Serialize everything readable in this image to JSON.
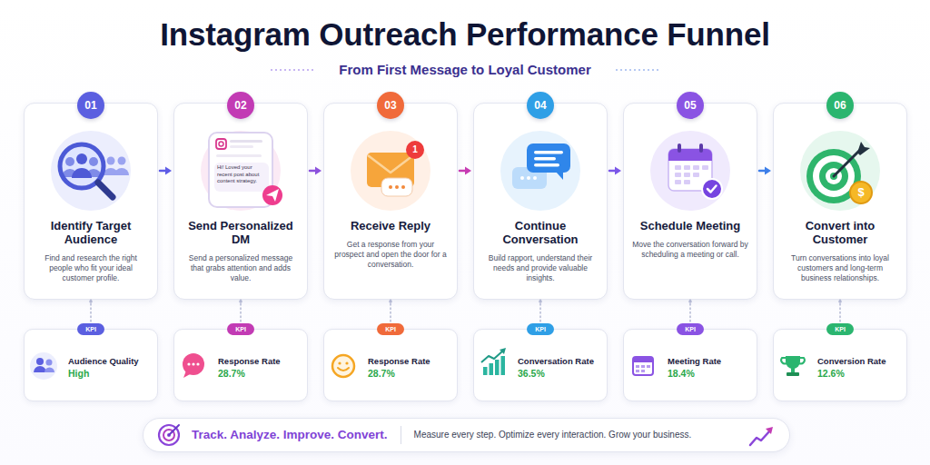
{
  "diagram": {
    "title": "Instagram Outreach Performance Funnel",
    "caption": "From First Message to Loyal Customer",
    "nodes": [
      {
        "text": [
          "Identify Target Audience",
          "Find and research the right people who fit your ideal customer profile."
        ]
      },
      {
        "text": [
          "01"
        ],
        "in": 0
      },
      {
        "text": [
          "Send Personalized DM",
          "Send a personalized message that grabs attention and adds value."
        ]
      },
      {
        "text": [
          "02"
        ],
        "in": 2
      },
      {
        "text": [
          "Receive Reply",
          "Get a response from your prospect and open the door for a conversation."
        ]
      },
      {
        "text": [
          "03"
        ],
        "in": 4
      },
      {
        "text": [
          "Continue Conversation",
          "Build rapport, understand their needs and provide valuable insights."
        ]
      },
      {
        "text": [
          "04"
        ],
        "in": 6
      },
      {
        "text": [
          "Schedule Meeting",
          "Move the conversation forward by scheduling a meeting or call."
        ]
      },
      {
        "text": [
          "05"
        ],
        "in": 8
      },
      {
        "text": [
          "Convert into Customer",
          "Turn conversations into loyal customers and long-term business relationships."
        ]
      },
      {
        "text": [
          "06"
        ],
        "in": 10
      },
      {
        "text": [
          "Audience Quality",
          "High"
        ]
      },
      {
        "text": [
          "KPI"
        ],
        "in": 12
      },
      {
        "text": [
          "Response Rate",
          "28.7%"
        ]
      },
      {
        "text": [
          "KPI"
        ],
        "in": 14
      },
      {
        "text": [
          "Response Rate",
          "28.7%"
        ]
      },
      {
        "text": [
          "KPI"
        ],
        "in": 16
      },
      {
        "text": [
          "Conversation Rate",
          "36.5%"
        ]
      },
      {
        "text": [
          "KPI"
        ],
        "in": 18
      },
      {
        "text": [
          "Meeting Rate",
          "18.4%"
        ]
      },
      {
        "text": [
          "KPI"
        ],
        "in": 20
      },
      {
        "text": [
          "Conversion Rate",
          "12.6%"
        ]
      },
      {
        "text": [
          "KPI"
        ],
        "in": 22
      },
      {
        "text": [
          "Track. Analyze. Improve. Convert.",
          "Measure every step. Optimize every interaction. Grow your business."
        ]
      }
    ],
    "edges": [
      {
        "from": 0,
        "to": 2,
        "arrow": "to"
      },
      {
        "from": 2,
        "to": 4,
        "arrow": "to"
      },
      {
        "from": 4,
        "to": 6,
        "arrow": "to"
      },
      {
        "from": 6,
        "to": 8,
        "arrow": "to"
      },
      {
        "from": 8,
        "to": 10,
        "arrow": "to"
      },
      {
        "from": 0,
        "to": 13,
        "arrow": "none"
      },
      {
        "from": 2,
        "to": 15,
        "arrow": "none"
      },
      {
        "from": 4,
        "to": 17,
        "arrow": "none"
      },
      {
        "from": 6,
        "to": 19,
        "arrow": "none"
      },
      {
        "from": 8,
        "to": 21,
        "arrow": "none"
      },
      {
        "from": 10,
        "to": 23,
        "arrow": "none"
      }
    ],
    "labels": [
      "Hi! Loved your recent post about content strategy.",
      "1",
      "$"
    ]
  }
}
